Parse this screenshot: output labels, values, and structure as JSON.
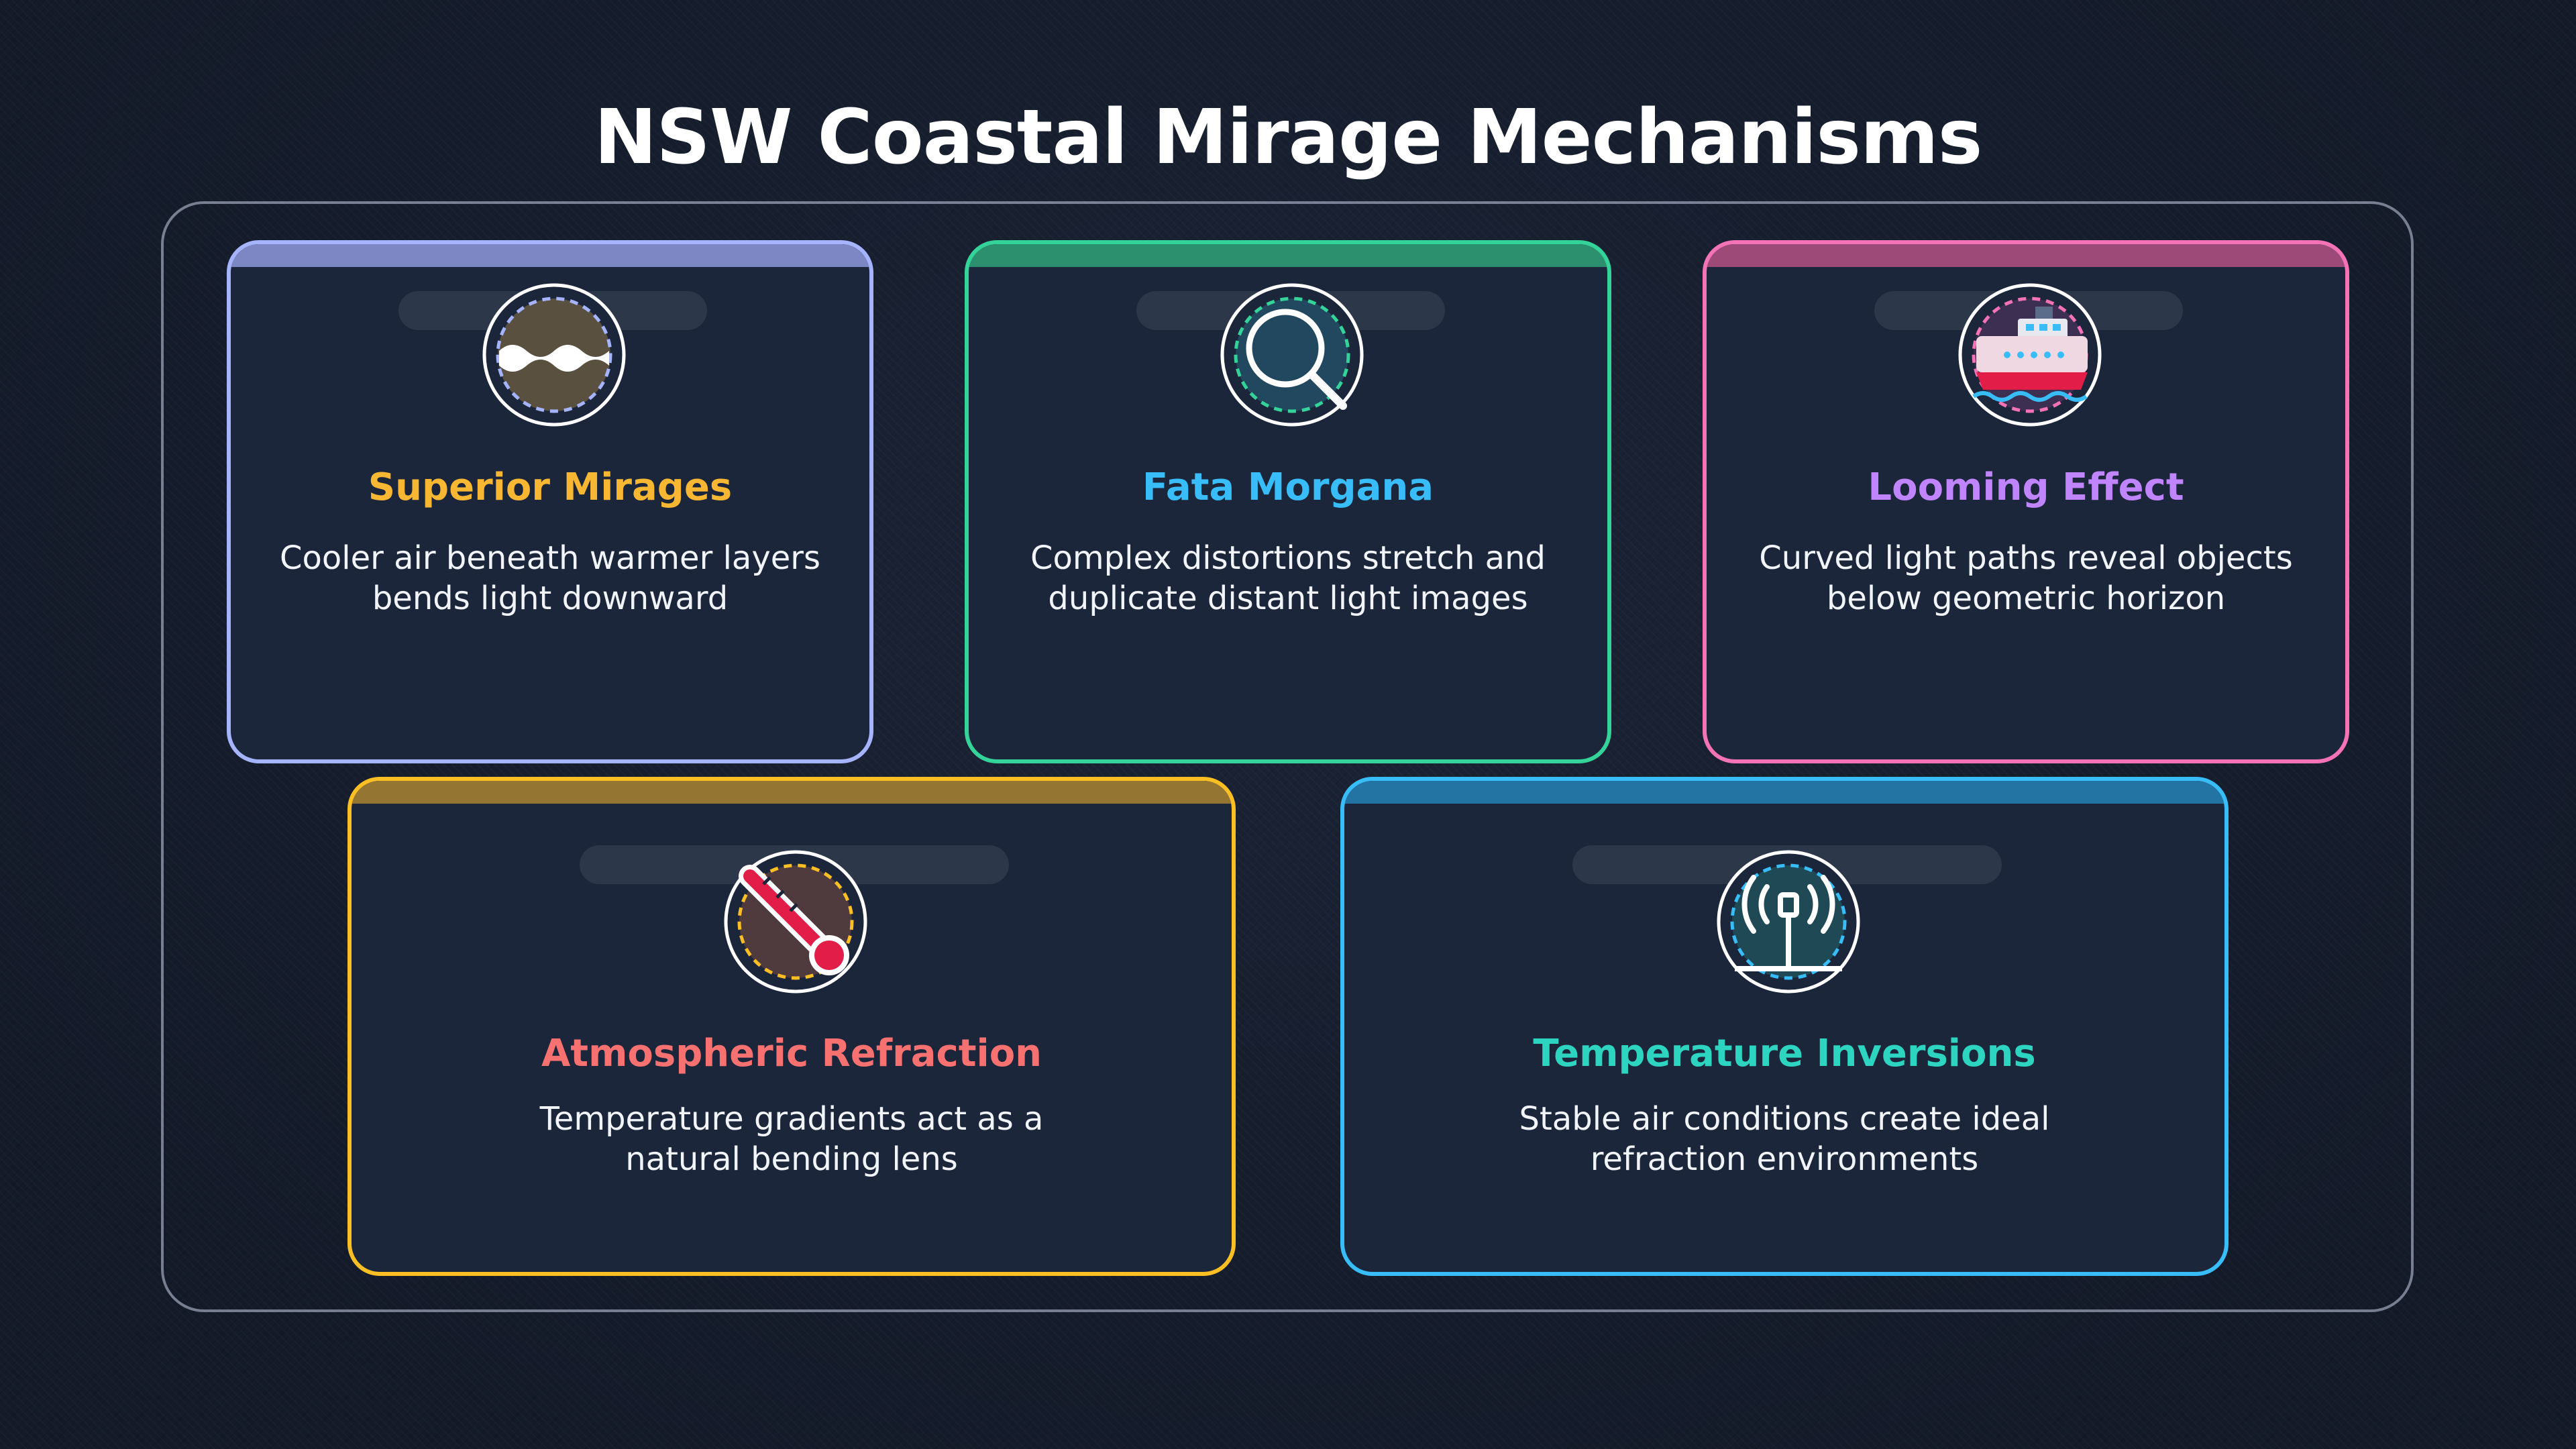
{
  "title": "NSW Coastal Mirage Mechanisms",
  "cards": [
    {
      "name": "Superior Mirages",
      "desc": "Cooler air beneath warmer layers bends light downward",
      "color": "#f7b733",
      "border": "#a5b4fc",
      "icon": "waves-icon"
    },
    {
      "name": "Fata Morgana",
      "desc": "Complex distortions stretch and duplicate distant light images",
      "color": "#38bdf8",
      "border": "#34d399",
      "icon": "magnifier-icon"
    },
    {
      "name": "Looming Effect",
      "desc": "Curved light paths reveal objects below geometric horizon",
      "color": "#c084fc",
      "border": "#f472b6",
      "icon": "ship-icon"
    },
    {
      "name": "Atmospheric Refraction",
      "desc": "Temperature gradients act as a natural bending lens",
      "color": "#f87171",
      "border": "#fbbf24",
      "icon": "thermometer-icon"
    },
    {
      "name": "Temperature Inversions",
      "desc": "Stable air conditions create ideal refraction environments",
      "color": "#2dd4bf",
      "border": "#38bdf8",
      "icon": "antenna-icon"
    }
  ]
}
